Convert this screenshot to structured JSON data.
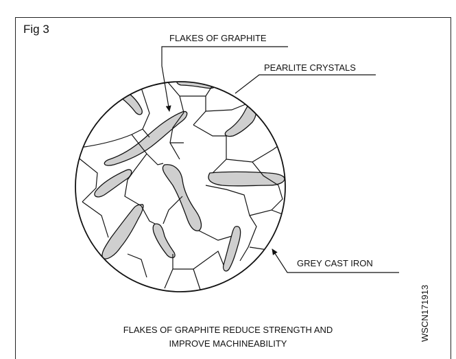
{
  "figure_label": "Fig 3",
  "labels": {
    "flakes": "FLAKES OF GRAPHITE",
    "pearlite": "PEARLITE CRYSTALS",
    "grey_iron": "GREY CAST IRON"
  },
  "caption": {
    "line1": "FLAKES OF GRAPHITE REDUCE STRENGTH AND",
    "line2": "IMPROVE MACHINEABILITY"
  },
  "code": "WSCN171913",
  "colors": {
    "flake_fill": "#cfcfcf",
    "line": "#111111"
  }
}
